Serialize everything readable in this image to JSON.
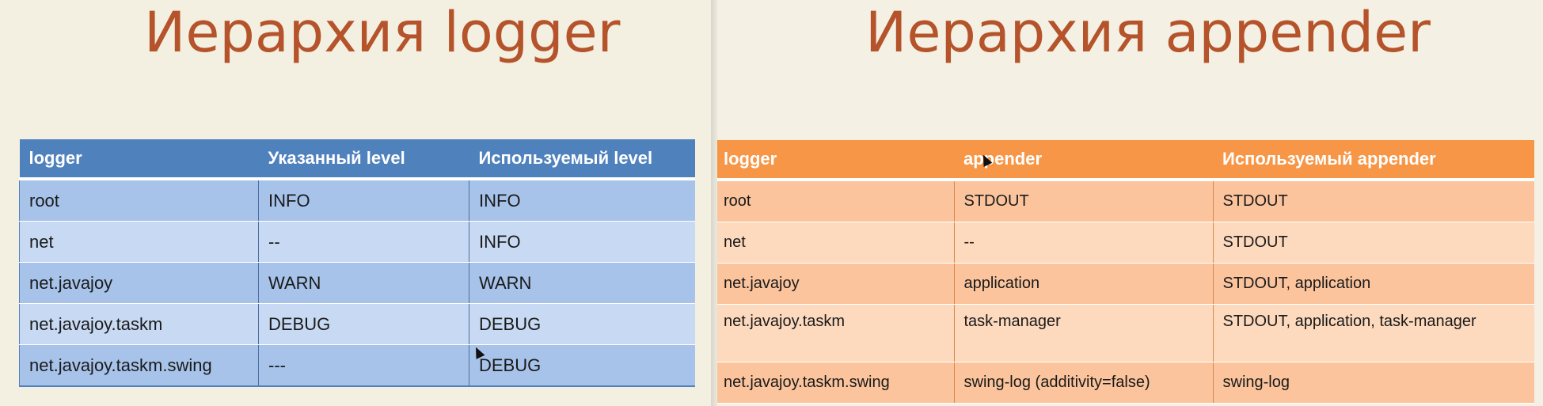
{
  "left_slide": {
    "title": "Иерархия logger",
    "headers": [
      "logger",
      "Указанный level",
      "Используемый level"
    ],
    "rows": [
      [
        "root",
        "INFO",
        "INFO"
      ],
      [
        "net",
        "--",
        "INFO"
      ],
      [
        "net.javajoy",
        "WARN",
        "WARN"
      ],
      [
        "net.javajoy.taskm",
        "DEBUG",
        "DEBUG"
      ],
      [
        "net.javajoy.taskm.swing",
        "---",
        "DEBUG"
      ]
    ],
    "header_color": "#4f81bd"
  },
  "right_slide": {
    "title": "Иерархия appender",
    "headers": [
      "logger",
      "appender",
      "Используемый appender"
    ],
    "rows": [
      [
        "root",
        "STDOUT",
        "STDOUT"
      ],
      [
        "net",
        "--",
        "STDOUT"
      ],
      [
        "net.javajoy",
        "application",
        "STDOUT, application"
      ],
      [
        "net.javajoy.taskm",
        "task-manager",
        "STDOUT, application, task-manager"
      ],
      [
        "net.javajoy.taskm.swing",
        "swing-log (additivity=false)",
        "swing-log"
      ]
    ],
    "header_color": "#f79646"
  },
  "title_color": "#b5532b"
}
